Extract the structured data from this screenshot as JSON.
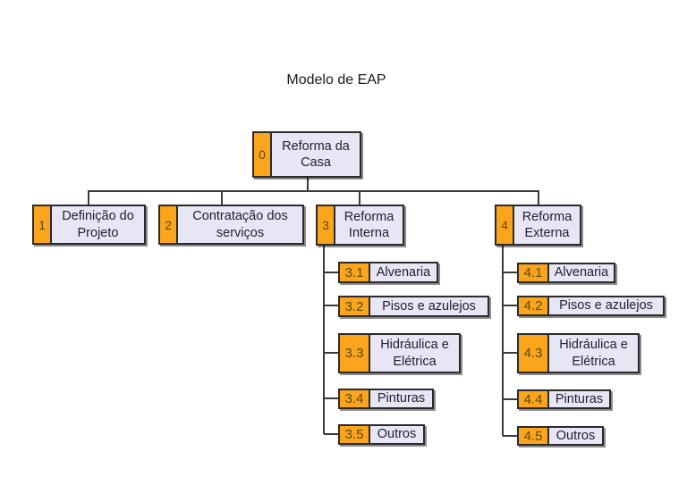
{
  "title": "Modelo de EAP",
  "colors": {
    "accent_orange": "#FBA51C",
    "node_fill": "#E6E6F4",
    "node_border": "#2B2B2B",
    "connector": "#3A3A3A",
    "label_text": "#1F1F33",
    "number_text": "#5A4716",
    "background": "#FFFFFF"
  },
  "nodes": {
    "root": {
      "num": "0",
      "label": "Reforma da Casa"
    },
    "n1": {
      "num": "1",
      "label": "Definição do Projeto"
    },
    "n2": {
      "num": "2",
      "label": "Contratação dos serviços"
    },
    "n3": {
      "num": "3",
      "label": "Reforma Interna"
    },
    "n4": {
      "num": "4",
      "label": "Reforma Externa"
    },
    "c31": {
      "num": "3.1",
      "label": "Alvenaria"
    },
    "c32": {
      "num": "3.2",
      "label": "Pisos e azulejos"
    },
    "c33": {
      "num": "3.3",
      "label": "Hidráulica e Elétrica"
    },
    "c34": {
      "num": "3.4",
      "label": "Pinturas"
    },
    "c35": {
      "num": "3.5",
      "label": "Outros"
    },
    "c41": {
      "num": "4.1",
      "label": "Alvenaria"
    },
    "c42": {
      "num": "4.2",
      "label": "Pisos e azulejos"
    },
    "c43": {
      "num": "4.3",
      "label": "Hidráulica e Elétrica"
    },
    "c44": {
      "num": "4.4",
      "label": "Pinturas"
    },
    "c45": {
      "num": "4.5",
      "label": "Outros"
    }
  }
}
